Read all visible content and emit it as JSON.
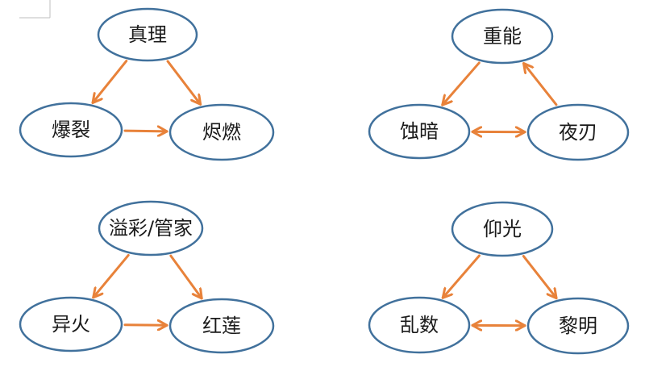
{
  "colors": {
    "node_border": "#41719c",
    "node_fill": "#ffffff",
    "arrow": "#e8823a",
    "text": "#1a1a1a"
  },
  "diagrams": [
    {
      "id": "d1",
      "nodes": [
        {
          "id": "zhenli",
          "label": "真理"
        },
        {
          "id": "baolie",
          "label": "爆裂"
        },
        {
          "id": "jinran",
          "label": "烬燃"
        }
      ],
      "edges": [
        {
          "from": "zhenli",
          "to": "baolie",
          "bidirectional": false
        },
        {
          "from": "zhenli",
          "to": "jinran",
          "bidirectional": false
        },
        {
          "from": "baolie",
          "to": "jinran",
          "bidirectional": false
        }
      ]
    },
    {
      "id": "d2",
      "nodes": [
        {
          "id": "zhongneng",
          "label": "重能"
        },
        {
          "id": "shian",
          "label": "蚀暗"
        },
        {
          "id": "yeren",
          "label": "夜刃"
        }
      ],
      "edges": [
        {
          "from": "zhongneng",
          "to": "shian",
          "bidirectional": false
        },
        {
          "from": "yeren",
          "to": "zhongneng",
          "bidirectional": false
        },
        {
          "from": "shian",
          "to": "yeren",
          "bidirectional": true
        }
      ]
    },
    {
      "id": "d3",
      "nodes": [
        {
          "id": "yicai",
          "label": "溢彩/管家"
        },
        {
          "id": "yihuo",
          "label": "异火"
        },
        {
          "id": "honglian",
          "label": "红莲"
        }
      ],
      "edges": [
        {
          "from": "yicai",
          "to": "yihuo",
          "bidirectional": false
        },
        {
          "from": "yicai",
          "to": "honglian",
          "bidirectional": false
        },
        {
          "from": "yihuo",
          "to": "honglian",
          "bidirectional": false
        }
      ]
    },
    {
      "id": "d4",
      "nodes": [
        {
          "id": "yangguang",
          "label": "仰光"
        },
        {
          "id": "luanshu",
          "label": "乱数"
        },
        {
          "id": "liming",
          "label": "黎明"
        }
      ],
      "edges": [
        {
          "from": "yangguang",
          "to": "luanshu",
          "bidirectional": false
        },
        {
          "from": "yangguang",
          "to": "liming",
          "bidirectional": false
        },
        {
          "from": "luanshu",
          "to": "liming",
          "bidirectional": true
        }
      ]
    }
  ]
}
